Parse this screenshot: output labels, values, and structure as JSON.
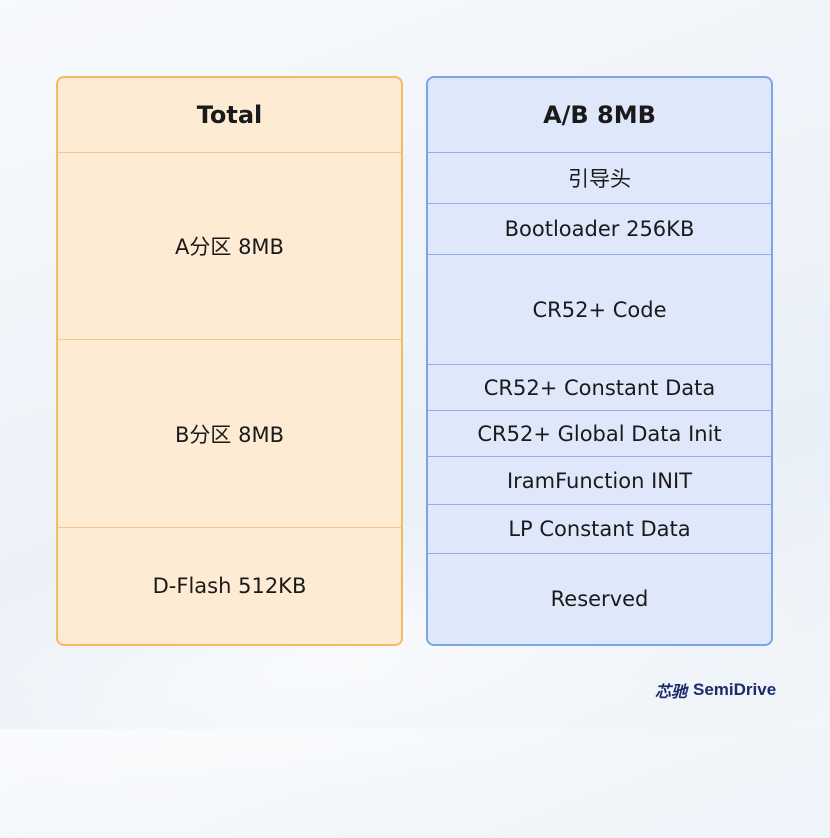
{
  "total": {
    "header": "Total",
    "rows": [
      "A分区 8MB",
      "B分区 8MB",
      "D-Flash 512KB"
    ]
  },
  "ab": {
    "header": "A/B 8MB",
    "rows": [
      "引导头",
      "Bootloader 256KB",
      "CR52+ Code",
      "CR52+ Constant Data",
      "CR52+ Global Data Init",
      "IramFunction INIT",
      "LP Constant Data",
      "Reserved"
    ]
  },
  "logo": {
    "cn": "芯驰",
    "en": "SemiDrive"
  },
  "colors": {
    "total_fill": "#fdebd3",
    "total_border": "#f5b968",
    "ab_fill": "#dfe7fa",
    "ab_border": "#7fa3ea",
    "logo": "#1d2a6b"
  }
}
